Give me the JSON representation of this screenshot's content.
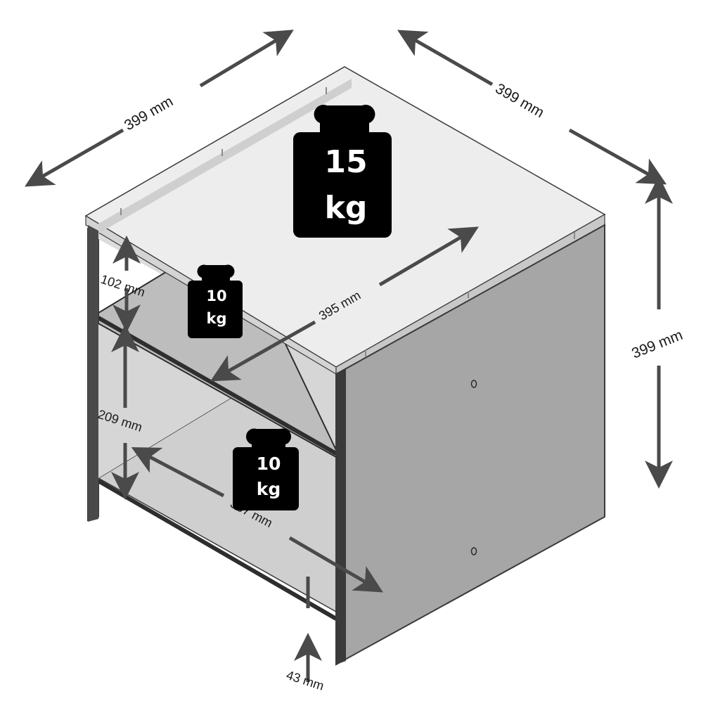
{
  "colors": {
    "cabinet_top": "#e9e9e9",
    "cabinet_side": "#a6a6a6",
    "cabinet_edge": "#3a3a3a",
    "arrow": "#4a4a4a",
    "weight": "#000000"
  },
  "dimensions": {
    "width_top": "399 mm",
    "depth_top": "399 mm",
    "height": "399 mm",
    "upper_gap": "102 mm",
    "lower_gap": "209 mm",
    "inner_depth_upper": "395 mm",
    "inner_depth_lower": "367 mm",
    "foot_height": "43 mm"
  },
  "weights": {
    "top": {
      "number": "15",
      "unit": "kg"
    },
    "upper_shelf": {
      "number": "10",
      "unit": "kg"
    },
    "lower_shelf": {
      "number": "10",
      "unit": "kg"
    }
  }
}
